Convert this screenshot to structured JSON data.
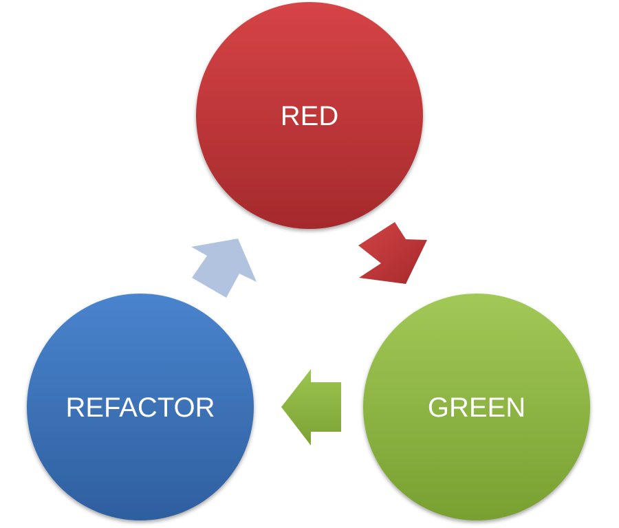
{
  "nodes": {
    "red": {
      "label": "RED",
      "color": "#C0393B"
    },
    "green": {
      "label": "GREEN",
      "color": "#8DB63F"
    },
    "refactor": {
      "label": "REFACTOR",
      "color": "#3A72BE"
    }
  },
  "arrows": {
    "red_to_green": {
      "color": "#B83436"
    },
    "green_to_refactor": {
      "color": "#86B03C"
    },
    "refactor_to_red": {
      "color": "#B2C3DF"
    }
  }
}
